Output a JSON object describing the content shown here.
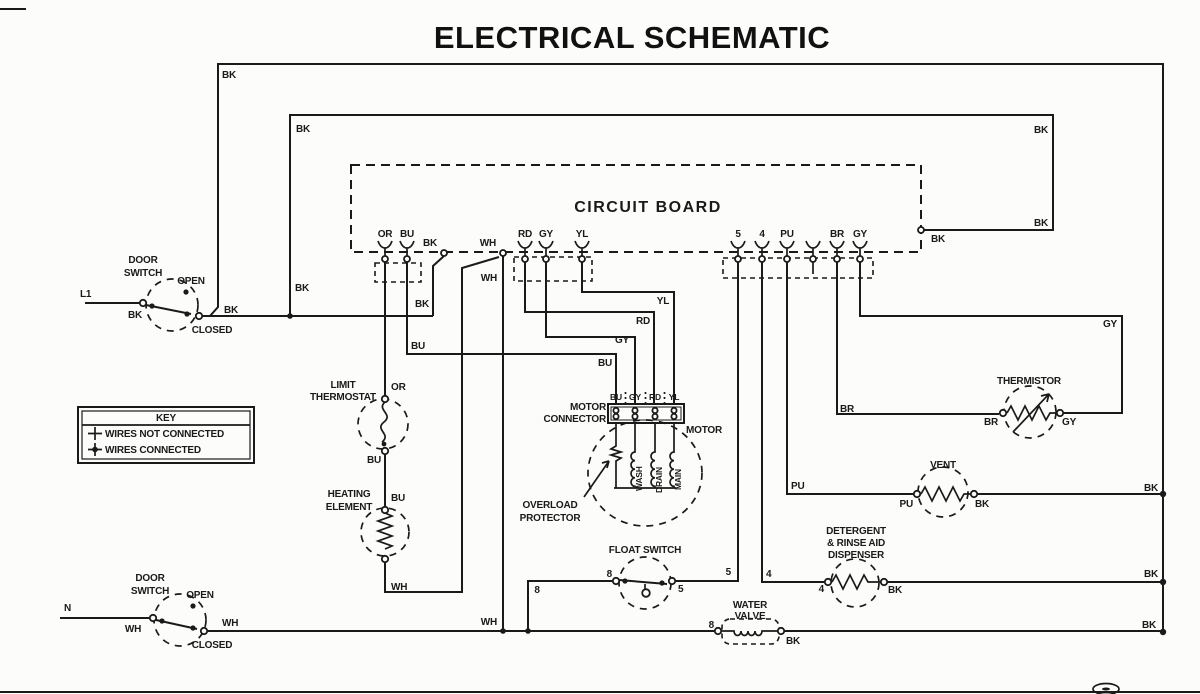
{
  "title": "ELECTRICAL SCHEMATIC",
  "board": {
    "label": "CIRCUIT BOARD"
  },
  "key": {
    "title": "KEY",
    "not_connected": "WIRES NOT CONNECTED",
    "connected": "WIRES CONNECTED"
  },
  "power": {
    "line": "L1",
    "neutral": "N"
  },
  "wires": {
    "bk": "BK",
    "wh": "WH",
    "bu": "BU",
    "or": "OR",
    "gy": "GY",
    "rd": "RD",
    "yl": "YL",
    "pu": "PU",
    "br": "BR",
    "w4": "4",
    "w5": "5",
    "w8": "8"
  },
  "components": {
    "door_switch": {
      "l1": "DOOR",
      "l2": "SWITCH",
      "open": "OPEN",
      "closed": "CLOSED"
    },
    "limit_thermostat": {
      "l1": "LIMIT",
      "l2": "THERMOSTAT"
    },
    "heating_element": {
      "l1": "HEATING",
      "l2": "ELEMENT"
    },
    "motor_connector": {
      "l1": "MOTOR",
      "l2": "CONNECTOR"
    },
    "motor": {
      "label": "MOTOR",
      "wash": "WASH",
      "drain": "DRAIN",
      "main": "MAIN"
    },
    "overload": {
      "l1": "OVERLOAD",
      "l2": "PROTECTOR"
    },
    "thermistor": {
      "label": "THERMISTOR"
    },
    "vent": {
      "label": "VENT"
    },
    "dispenser": {
      "l1": "DETERGENT",
      "l2": "& RINSE AID",
      "l3": "DISPENSER"
    },
    "float_switch": {
      "label": "FLOAT SWITCH"
    },
    "water_valve": {
      "l1": "WATER",
      "l2": "VALVE"
    }
  }
}
